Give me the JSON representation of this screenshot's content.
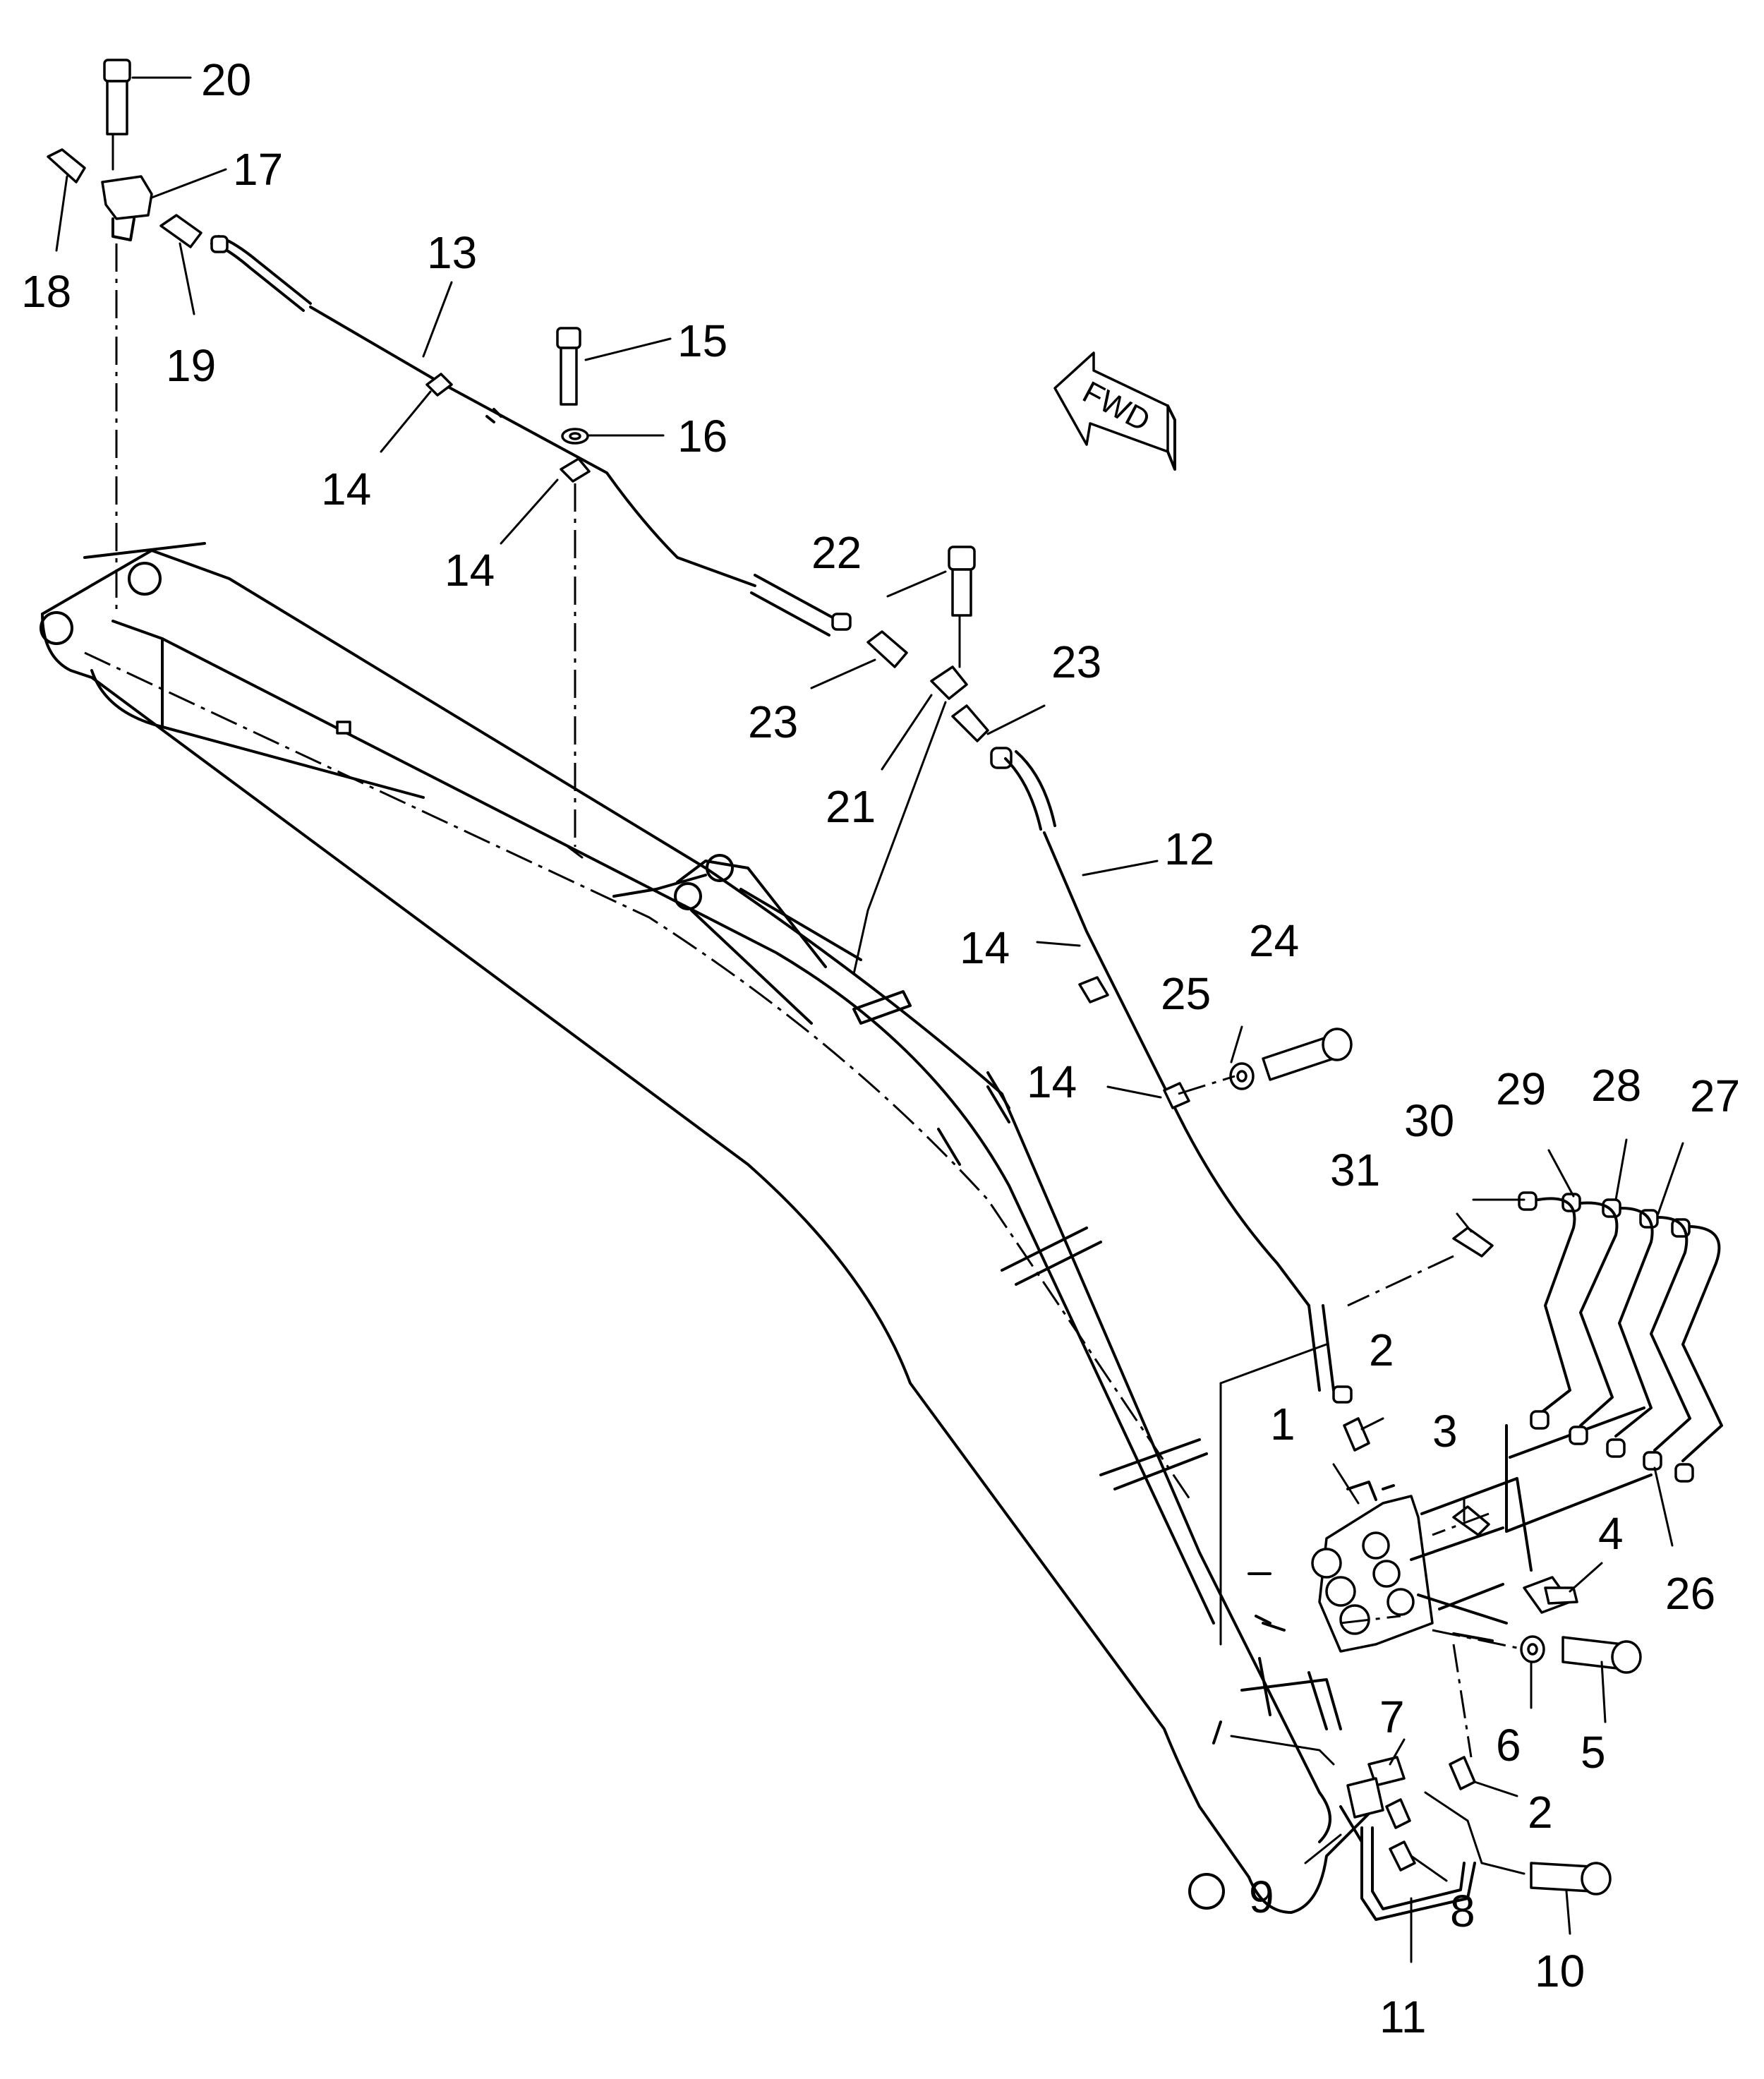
{
  "direction_arrow": {
    "label": "FWD"
  },
  "callouts": {
    "c1": "1",
    "c2a": "2",
    "c2b": "2",
    "c3": "3",
    "c4": "4",
    "c5": "5",
    "c6": "6",
    "c7": "7",
    "c8": "8",
    "c9": "9",
    "c10": "10",
    "c11": "11",
    "c12": "12",
    "c13": "13",
    "c14a": "14",
    "c14b": "14",
    "c14c": "14",
    "c14d": "14",
    "c15": "15",
    "c16": "16",
    "c17": "17",
    "c18": "18",
    "c19": "19",
    "c20": "20",
    "c21": "21",
    "c22": "22",
    "c23a": "23",
    "c23b": "23",
    "c24": "24",
    "c25": "25",
    "c26": "26",
    "c27": "27",
    "c28": "28",
    "c29": "29",
    "c30": "30",
    "c31": "31"
  }
}
